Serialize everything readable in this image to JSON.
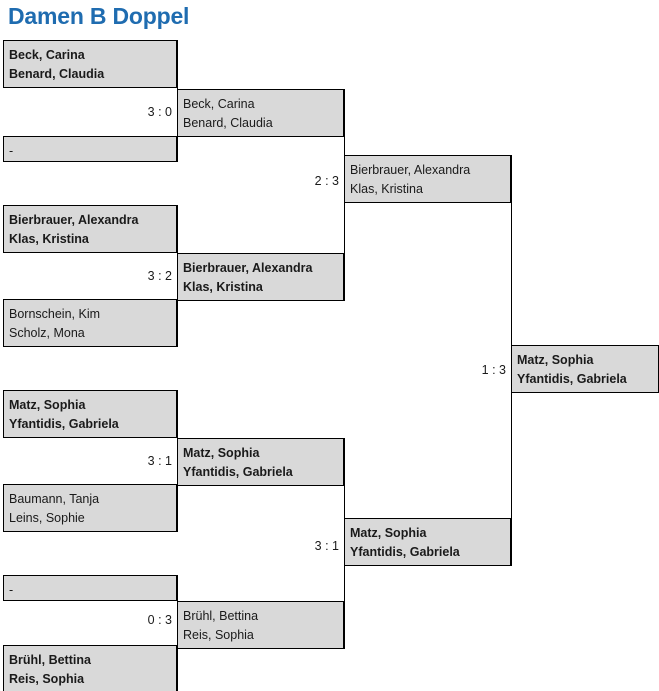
{
  "title": "Damen B Doppel",
  "theme": {
    "title_color": "#1F6CB0",
    "box_fill": "#D9D9D9",
    "box_border": "#000000"
  },
  "bracket": {
    "round1": [
      {
        "line1": "Beck, Carina",
        "line2": "Benard, Claudia",
        "winner": true
      },
      {
        "line1": "-",
        "line2": "",
        "winner": false
      },
      {
        "line1": "Bierbrauer, Alexandra",
        "line2": "Klas, Kristina",
        "winner": true
      },
      {
        "line1": "Bornschein, Kim",
        "line2": "Scholz, Mona",
        "winner": false
      },
      {
        "line1": "Matz, Sophia",
        "line2": "Yfantidis, Gabriela",
        "winner": true
      },
      {
        "line1": "Baumann, Tanja",
        "line2": "Leins, Sophie",
        "winner": false
      },
      {
        "line1": "-",
        "line2": "",
        "winner": false
      },
      {
        "line1": "Brühl, Bettina",
        "line2": "Reis, Sophia",
        "winner": true
      }
    ],
    "round1_scores": [
      "3 : 0",
      "3 : 2",
      "3 : 1",
      "0 : 3"
    ],
    "round2": [
      {
        "line1": "Beck, Carina",
        "line2": "Benard, Claudia",
        "winner": false
      },
      {
        "line1": "Bierbrauer, Alexandra",
        "line2": "Klas, Kristina",
        "winner": true
      },
      {
        "line1": "Matz, Sophia",
        "line2": "Yfantidis, Gabriela",
        "winner": true
      },
      {
        "line1": "Brühl, Bettina",
        "line2": "Reis, Sophia",
        "winner": false
      }
    ],
    "round2_scores": [
      "2 : 3",
      "3 : 1"
    ],
    "semifinal": [
      {
        "line1": "Bierbrauer, Alexandra",
        "line2": "Klas, Kristina",
        "winner": false
      },
      {
        "line1": "Matz, Sophia",
        "line2": "Yfantidis, Gabriela",
        "winner": true
      }
    ],
    "final_score": "1 : 3",
    "final": {
      "line1": "Matz, Sophia",
      "line2": "Yfantidis, Gabriela",
      "winner": true
    }
  }
}
